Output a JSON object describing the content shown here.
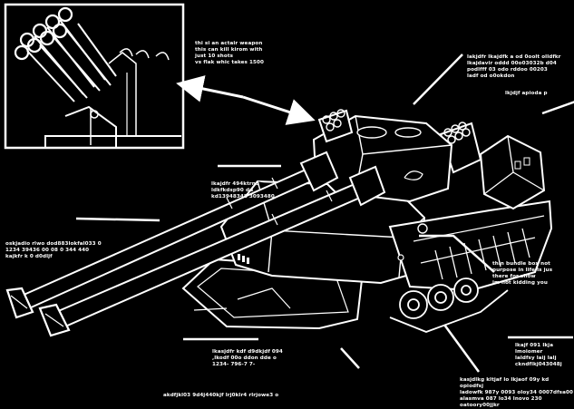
{
  "diagram": {
    "callouts": [
      {
        "id": "weapon-note",
        "text": "thi si an actair weapon\nthis can kill kirom with\njust 10 shots\nvs flak whic takes 1500"
      },
      {
        "id": "top-right-note",
        "text": "lakjdfr lkajdfk a od 0oolt olldfkr\nlkajdavir oddd 00o03032b d04\npodlfff 03 odo rddoo 00203\nladf od o0okdon"
      },
      {
        "id": "right-note",
        "text": "lkjdjf apioda p"
      },
      {
        "id": "barrel-note",
        "text": "lkajdfr 494ktrn0\nldkfkdsp90 dd\nkd13948348 3093480"
      },
      {
        "id": "left-note",
        "text": "oskjadio rlwo dod883lokfal033 0\n1234 39436 00 08 0 344 440\nkajkfr k 0 d0dljf"
      },
      {
        "id": "hull-note",
        "text": "thin bundle box not\npurpose in life is jus\nthere for show\nim not kidding you"
      },
      {
        "id": "track-note",
        "text": "lkajf 091 lkja lmoiomer\nlaldfsy laij lalj\nckndflkj043048j"
      },
      {
        "id": "center-bottom-note",
        "text": "lkasjdfr kdf d9dkjdf 094\n,lkodf 00o ddon dde o\n1234- 796-7 7-"
      },
      {
        "id": "bottom-right-note",
        "text": "kasjdlkg kltjaf lo lkjaof 09y kd\nopiodfsj\nladowfk 987y 0093 oloy34 0007dfsa00\nalasmva 087 lo34 lnovo 230 oatoory00jjkr"
      },
      {
        "id": "bottom-note",
        "text": "akdfjkl03 9d4j440kjf lrj0klr4 rlrjowe3 o"
      }
    ]
  }
}
